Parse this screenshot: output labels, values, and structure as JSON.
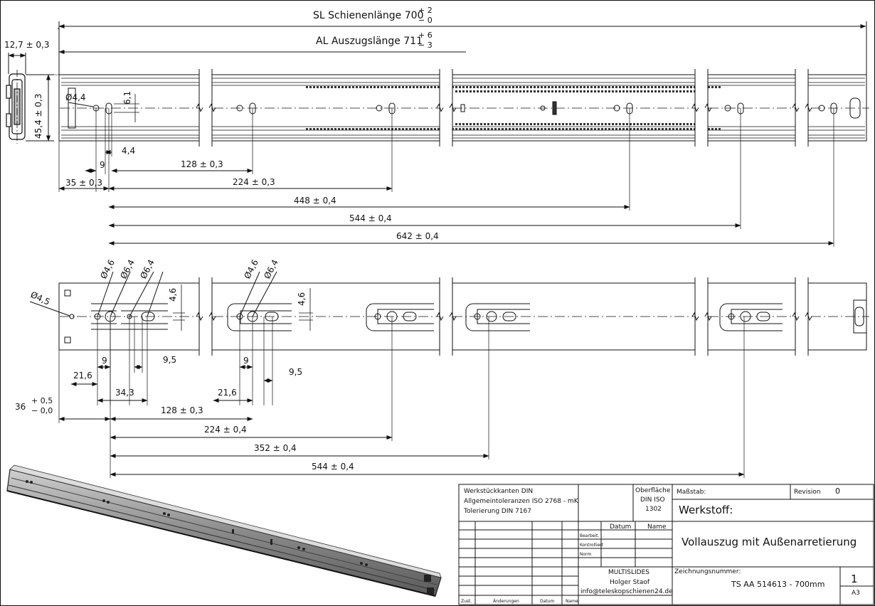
{
  "header": {
    "sl_label": "SL Schienenlänge 700",
    "sl_tol_upper": "+ 2",
    "sl_tol_lower": "− 0",
    "al_label": "AL Auszugslänge 711",
    "al_tol_upper": "+ 6",
    "al_tol_lower": "− 3"
  },
  "top_view": {
    "side_width": "12,7 ± 0,3",
    "side_height": "45,4 ± 0,3",
    "hole_dia": "Ø4,4",
    "slot_offset": "6,1",
    "dim_4_4": "4,4",
    "dim_9": "9",
    "dim_35": "35 ± 0,3",
    "dim_128": "128 ± 0,3",
    "dim_224": "224 ± 0,3",
    "dim_448": "448 ± 0,4",
    "dim_544": "544 ± 0,4",
    "dim_642": "642 ± 0,4"
  },
  "bottom_view": {
    "hole_dia_left": "Ø4,5",
    "group1_dias": [
      "Ø4,6",
      "Ø6,4",
      "Ø6,4"
    ],
    "group2_dias": [
      "Ø4,6",
      "Ø6,4"
    ],
    "offset_1": "4,6",
    "offset_2": "4,6",
    "g1_dim_9": "9",
    "g1_dim_9_5": "9,5",
    "g1_dim_21_6": "21,6",
    "g1_dim_34_3": "34,3",
    "g2_dim_9": "9",
    "g2_dim_9_5": "9,5",
    "g2_dim_21_6": "21,6",
    "start_dim": "36",
    "start_tol_upper": "+ 0,5",
    "start_tol_lower": "− 0,0",
    "dim_128": "128 ± 0,3",
    "dim_224": "224 ± 0,4",
    "dim_352": "352 ± 0,4",
    "dim_544": "544 ± 0,4"
  },
  "title_block": {
    "general_notes": [
      "Werkstückkanten DIN",
      "Allgemeintoleranzen ISO 2768 - mK",
      "Tolerierung DIN 7167"
    ],
    "surface_label": "Oberfläche",
    "surface_norm": "DIN ISO",
    "surface_number": "1302",
    "scale_label": "Maßstab:",
    "revision_label": "Revision",
    "revision_value": "0",
    "material_label": "Werkstoff:",
    "title": "Vollauszug mit Außenarretierung",
    "col_datum": "Datum",
    "col_name": "Name",
    "row_bearb": "Bearbeit.",
    "row_kontr": "Kontrolliert",
    "row_norm": "Norm",
    "company": "MULTISLIDES",
    "person": "Holger Staof",
    "email": "info@teleskopschienen24.de",
    "drawing_number_label": "Zeichnungsnummer:",
    "drawing_number": "TS  AA  514613 - 700mm",
    "sheet_number": "1",
    "sheet_format": "A3",
    "footer": [
      "Zust.",
      "Änderungen",
      "Datum",
      "Name"
    ]
  }
}
